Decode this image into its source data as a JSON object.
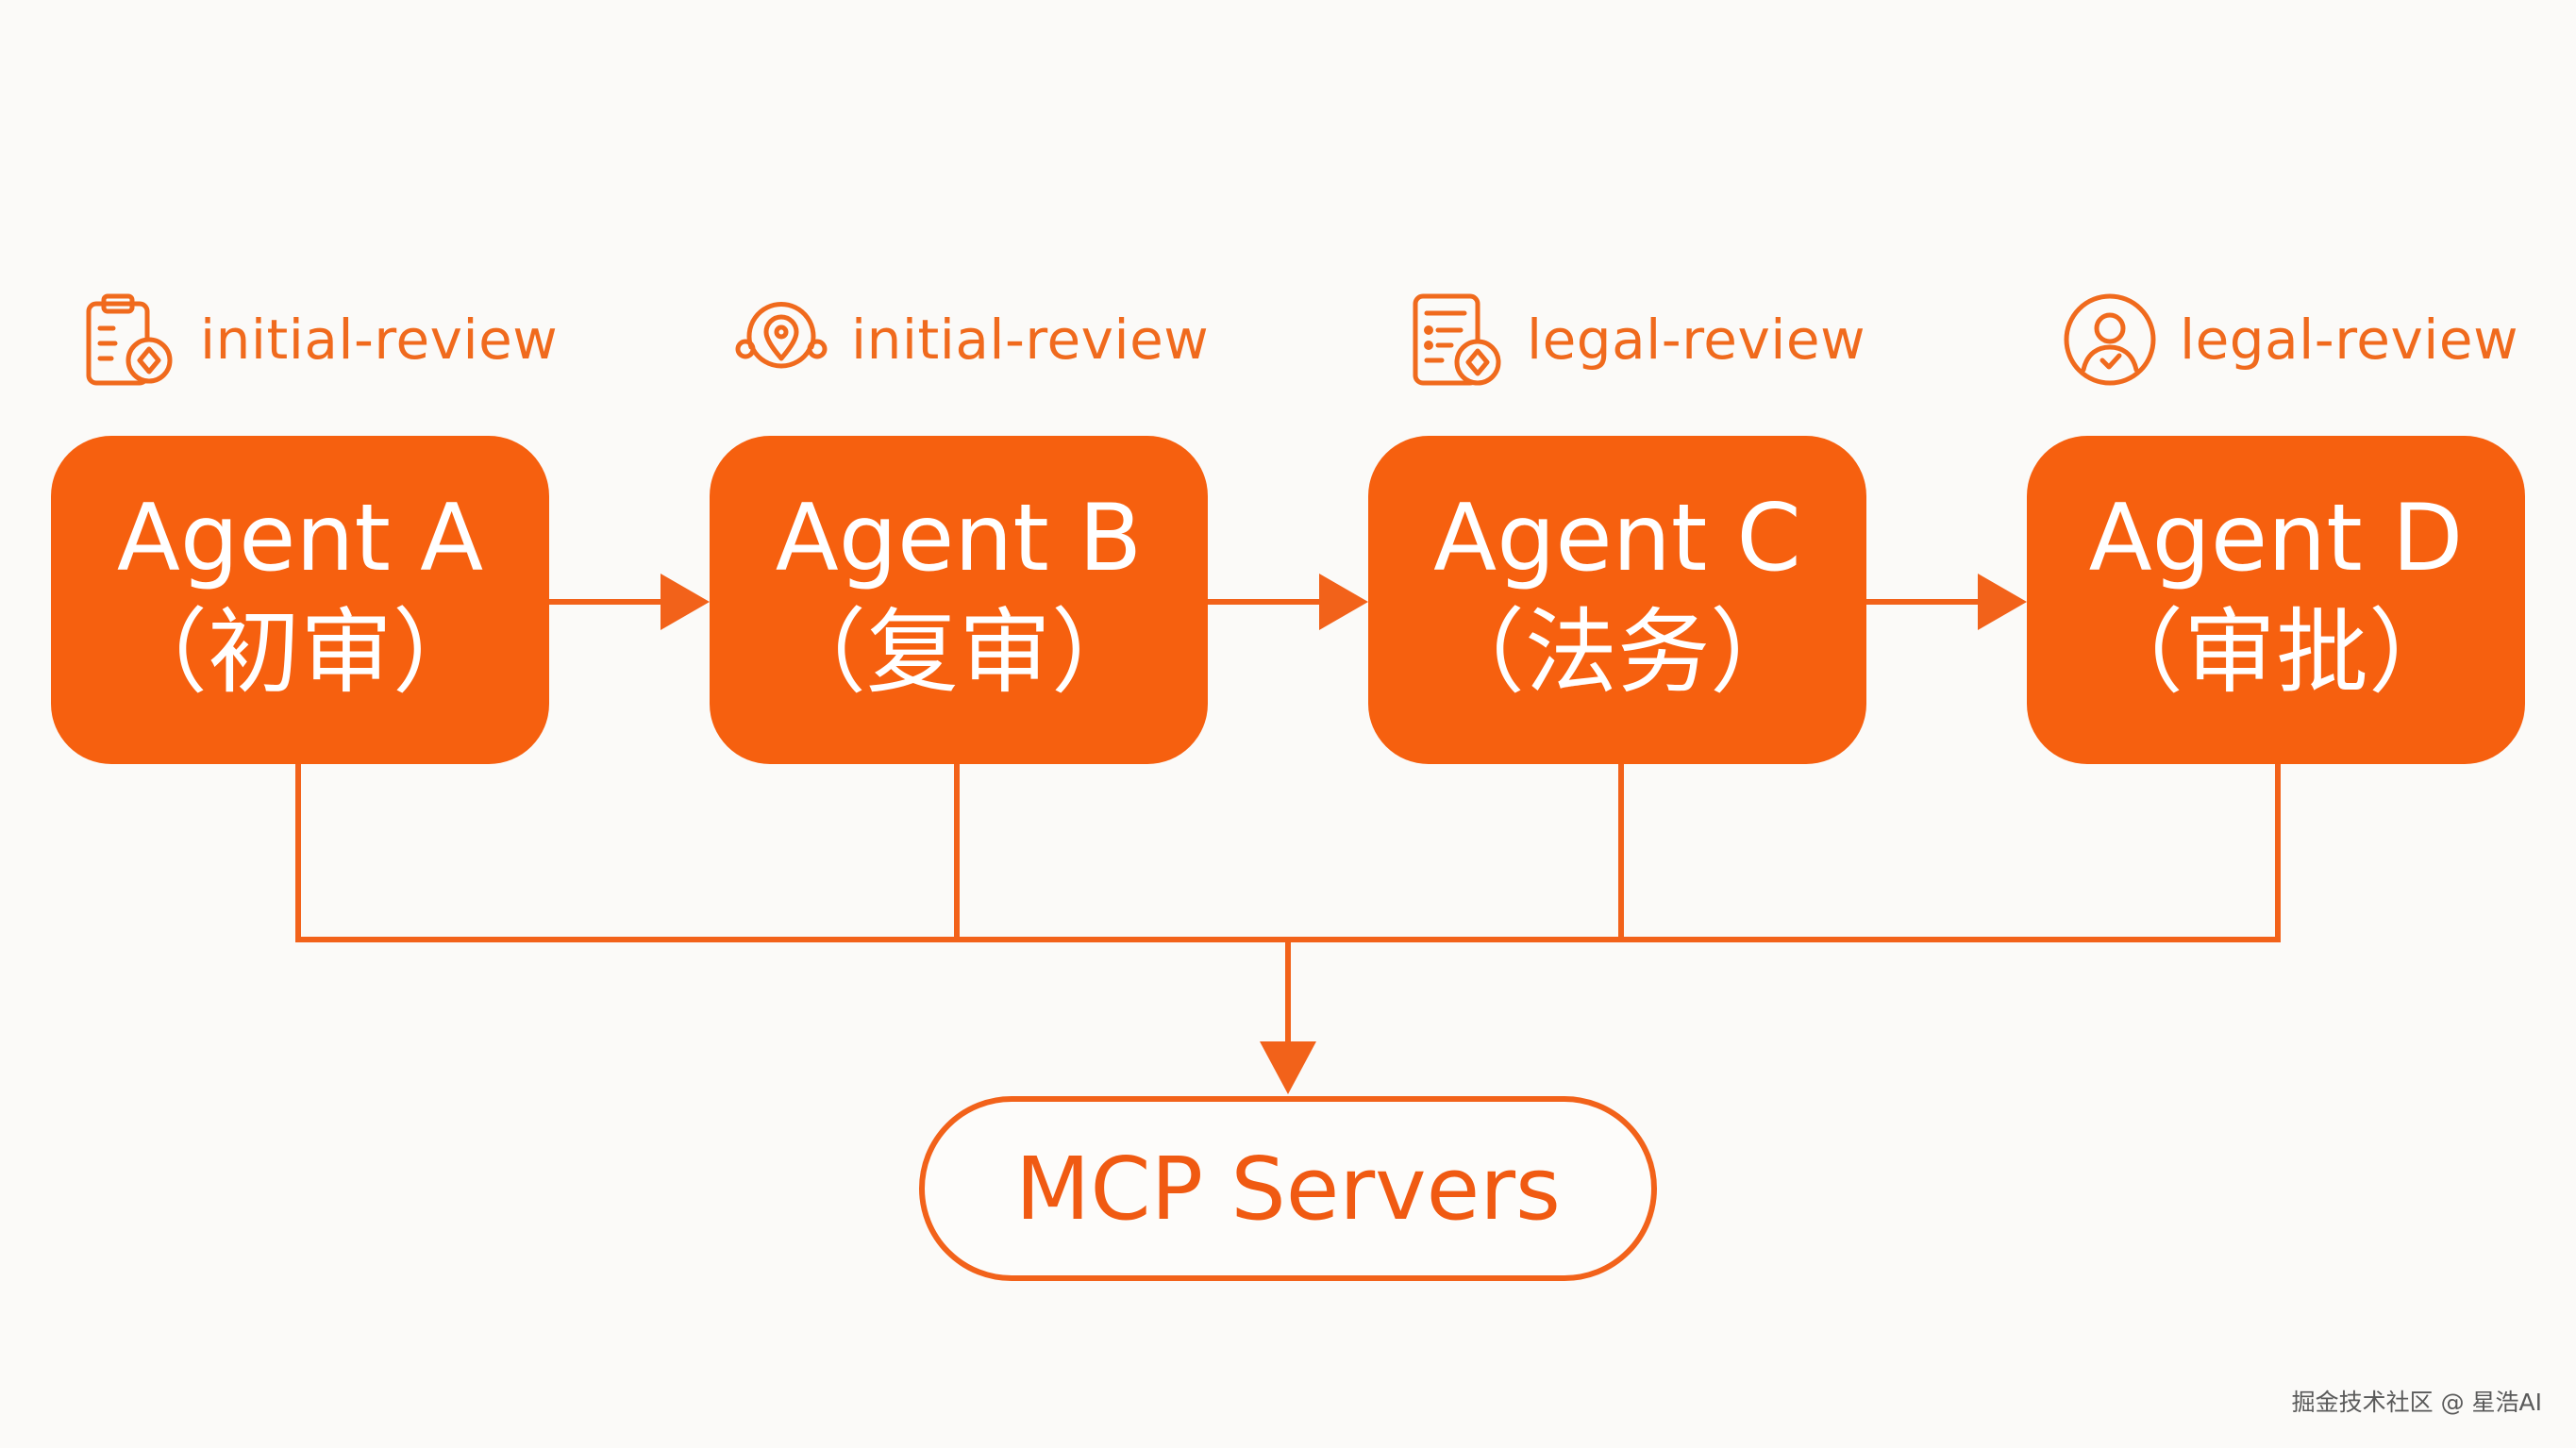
{
  "colors": {
    "accent": "#f6600f",
    "background": "#fbfaf8",
    "text_on_accent": "#ffffff",
    "watermark": "#5a5a5a"
  },
  "agents": [
    {
      "tag": "initial-review",
      "icon": "clipboard-stamp-icon",
      "name": "Agent A",
      "role": "（初审）"
    },
    {
      "tag": "initial-review",
      "icon": "location-support-icon",
      "name": "Agent B",
      "role": "（复审）"
    },
    {
      "tag": "legal-review",
      "icon": "document-stamp-icon",
      "name": "Agent C",
      "role": "（法务）"
    },
    {
      "tag": "legal-review",
      "icon": "user-approve-icon",
      "name": "Agent D",
      "role": "（审批）"
    }
  ],
  "mcp": {
    "label": "MCP Servers"
  },
  "watermark": "掘金技术社区 @ 星浩AI"
}
